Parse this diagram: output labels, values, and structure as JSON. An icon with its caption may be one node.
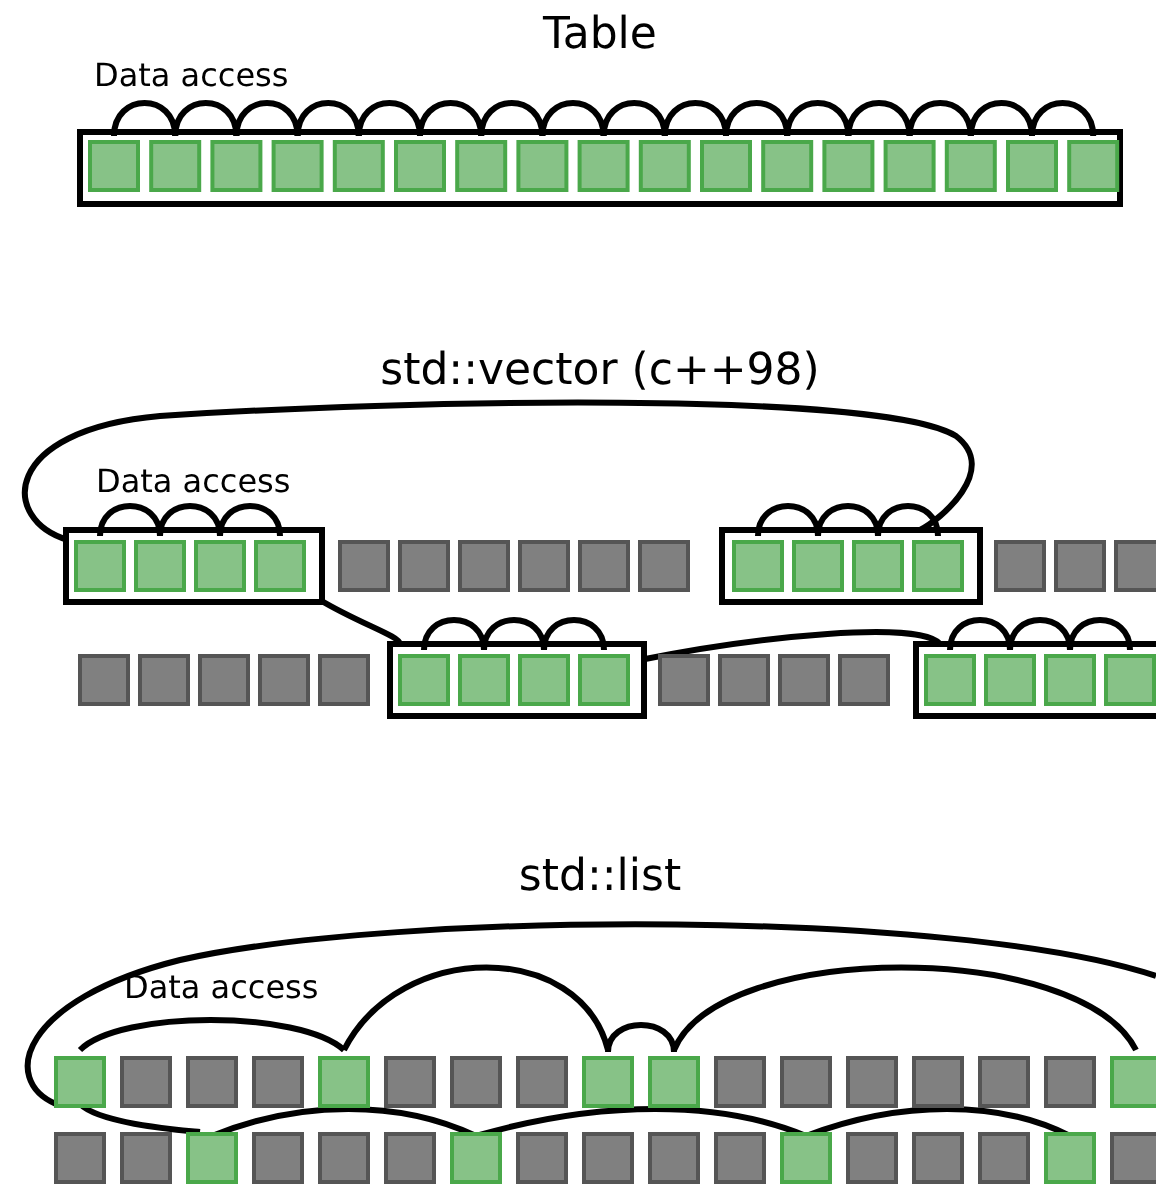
{
  "diagram": {
    "labels": [
      "Table",
      "Data access",
      "std::vector (c++98)",
      "Data access",
      "std::list",
      "Data access"
    ]
  }
}
